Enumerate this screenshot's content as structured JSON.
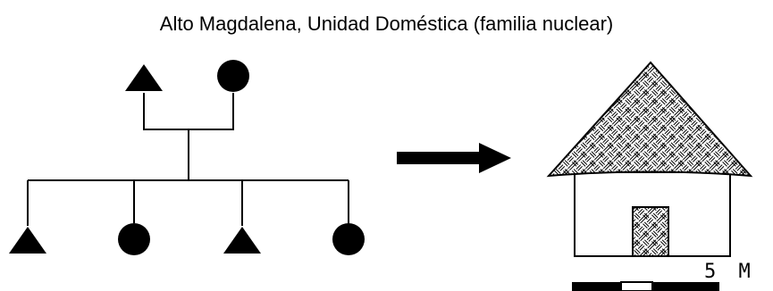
{
  "title": "Alto Magdalena, Unidad Doméstica (familia nuclear)",
  "scale_label": "5 M",
  "kinship": {
    "parents": [
      {
        "symbol": "triangle",
        "meaning": "male"
      },
      {
        "symbol": "circle",
        "meaning": "female"
      }
    ],
    "children": [
      {
        "symbol": "triangle"
      },
      {
        "symbol": "circle"
      },
      {
        "symbol": "triangle"
      },
      {
        "symbol": "circle"
      }
    ]
  },
  "colors": {
    "ink": "#000000",
    "background": "#ffffff"
  }
}
